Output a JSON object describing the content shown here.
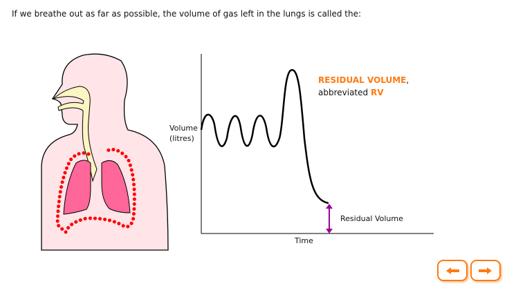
{
  "question": "If we breathe out as far as possible, the volume of gas left in the lungs is called the:",
  "graph": {
    "y_label_line1": "Volume",
    "y_label_line2": "(litres)",
    "x_label": "Time",
    "annotation": "Residual Volume"
  },
  "answer": {
    "term": "RESIDUAL VOLUME",
    "comma": ",",
    "abbrev_prefix": "abbreviated",
    "abbrev": "RV"
  },
  "colors": {
    "accent": "#ff7a10",
    "arrow": "#990099",
    "lung": "#ff6699",
    "body": "#ffe4e8"
  },
  "nav": {
    "back_icon": "arrow-left-icon",
    "next_icon": "arrow-right-icon"
  }
}
